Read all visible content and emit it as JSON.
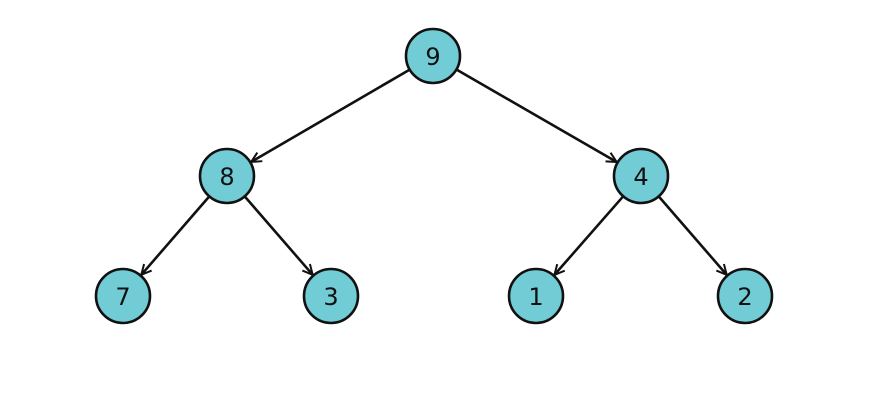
{
  "tree": {
    "node_fill": "#72ccd6",
    "stroke_color": "#111111",
    "nodes": [
      {
        "id": "n0",
        "label": "9"
      },
      {
        "id": "n1",
        "label": "8"
      },
      {
        "id": "n2",
        "label": "4"
      },
      {
        "id": "n3",
        "label": "7"
      },
      {
        "id": "n4",
        "label": "3"
      },
      {
        "id": "n5",
        "label": "1"
      },
      {
        "id": "n6",
        "label": "2"
      }
    ],
    "edges": [
      {
        "from": "n0",
        "to": "n1"
      },
      {
        "from": "n0",
        "to": "n2"
      },
      {
        "from": "n1",
        "to": "n3"
      },
      {
        "from": "n1",
        "to": "n4"
      },
      {
        "from": "n2",
        "to": "n5"
      },
      {
        "from": "n2",
        "to": "n6"
      }
    ]
  }
}
